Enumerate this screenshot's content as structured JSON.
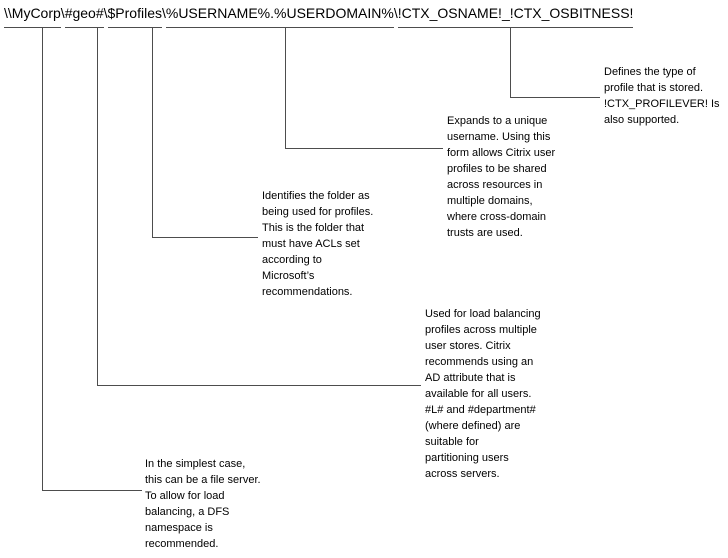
{
  "path": {
    "separator": "\\",
    "segments": [
      {
        "for": "server",
        "text": "\\\\MyCorp"
      },
      {
        "for": "geo",
        "text": "#geo#"
      },
      {
        "for": "profiles",
        "text": "$Profiles"
      },
      {
        "for": "username-domain",
        "text": "%USERNAME%.%USERDOMAIN%"
      },
      {
        "for": "osname-bitness",
        "text": "!CTX_OSNAME!_!CTX_OSBITNESS!"
      }
    ]
  },
  "annotations": [
    {
      "for": "server",
      "text": "In the simplest case,\nthis can be a file server.\nTo allow for load\nbalancing, a DFS\nnamespace is\nrecommended."
    },
    {
      "for": "geo",
      "text": "Used for load balancing\nprofiles across multiple\nuser stores. Citrix\nrecommends using an\nAD attribute that is\navailable for all users.\n#L# and #department#\n(where defined) are\nsuitable for\npartitioning users\nacross servers."
    },
    {
      "for": "profiles",
      "text": "Identifies the folder as\nbeing used for profiles.\nThis is the folder that\nmust have ACLs set\naccording to\nMicrosoft’s\nrecommendations."
    },
    {
      "for": "username-domain",
      "text": "Expands to a unique\nusername. Using this\nform allows Citrix user\nprofiles to be shared\nacross resources in\nmultiple domains,\nwhere cross-domain\ntrusts are used."
    },
    {
      "for": "osname-bitness",
      "text": "Defines the type of\nprofile that is stored.\n!CTX_PROFILEVER! Is\nalso supported."
    }
  ],
  "colors": {
    "line": "#4d4d4d",
    "text": "#000000",
    "background": "#ffffff"
  }
}
